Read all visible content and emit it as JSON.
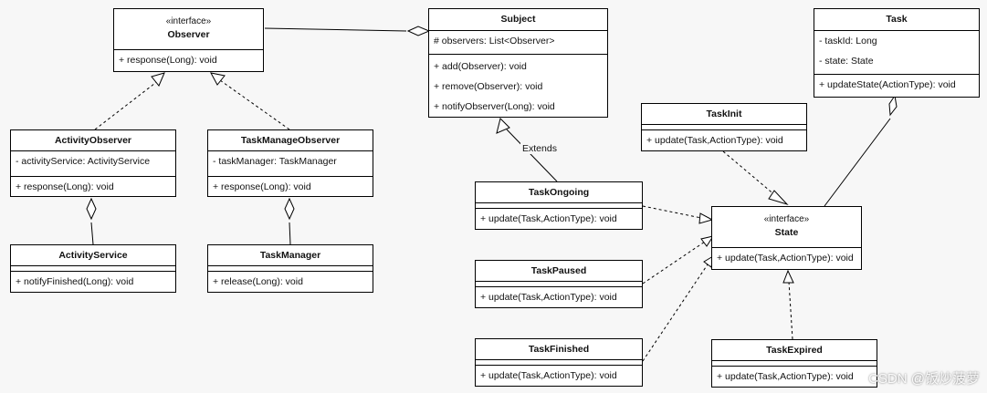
{
  "classes": {
    "observer": {
      "stereotype": "«interface»",
      "name": "Observer",
      "methods": [
        "+ response(Long): void"
      ]
    },
    "subject": {
      "name": "Subject",
      "attributes": [
        "# observers: List<Observer>"
      ],
      "methods": [
        "+ add(Observer): void",
        "+ remove(Observer): void",
        "+ notifyObserver(Long): void"
      ]
    },
    "task": {
      "name": "Task",
      "attributes": [
        "- taskId: Long",
        "- state: State"
      ],
      "methods": [
        "+ updateState(ActionType): void"
      ]
    },
    "activity_observer": {
      "name": "ActivityObserver",
      "attributes": [
        "- activityService: ActivityService"
      ],
      "methods": [
        "+ response(Long): void"
      ]
    },
    "task_manage_observer": {
      "name": "TaskManageObserver",
      "attributes": [
        "- taskManager: TaskManager"
      ],
      "methods": [
        "+ response(Long): void"
      ]
    },
    "activity_service": {
      "name": "ActivityService",
      "methods": [
        "+ notifyFinished(Long): void"
      ]
    },
    "task_manager": {
      "name": "TaskManager",
      "methods": [
        "+ release(Long): void"
      ]
    },
    "task_init": {
      "name": "TaskInit",
      "methods": [
        "+ update(Task,ActionType): void"
      ]
    },
    "task_ongoing": {
      "name": "TaskOngoing",
      "methods": [
        "+ update(Task,ActionType): void"
      ]
    },
    "task_paused": {
      "name": "TaskPaused",
      "methods": [
        "+ update(Task,ActionType): void"
      ]
    },
    "task_finished": {
      "name": "TaskFinished",
      "methods": [
        "+ update(Task,ActionType): void"
      ]
    },
    "state": {
      "stereotype": "«interface»",
      "name": "State",
      "methods": [
        "+ update(Task,ActionType): void"
      ]
    },
    "task_expired": {
      "name": "TaskExpired",
      "methods": [
        "+ update(Task,ActionType): void"
      ]
    }
  },
  "edge_labels": {
    "extends": "Extends"
  },
  "watermark": "CSDN @饭炒菠萝"
}
